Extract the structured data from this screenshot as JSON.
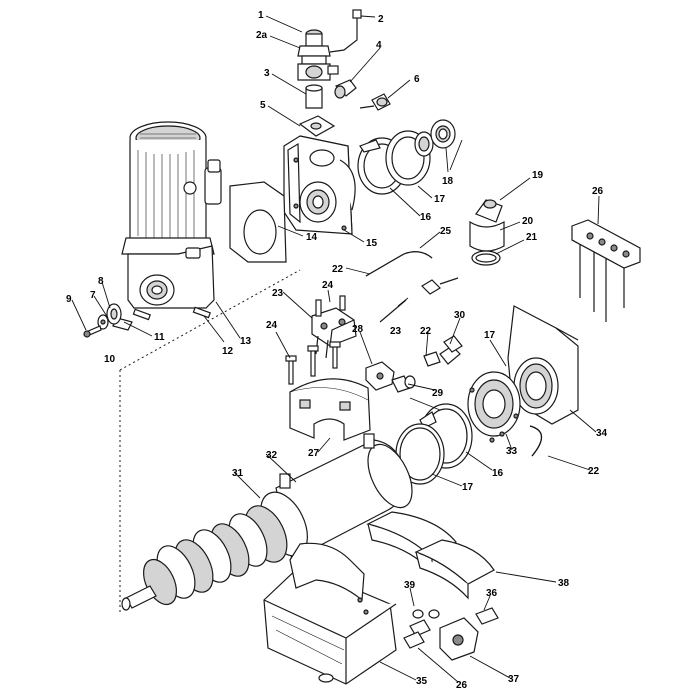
{
  "callouts": {
    "c1": "1",
    "c2a": "2a",
    "c2": "2",
    "c3": "3",
    "c4": "4",
    "c5": "5",
    "c6": "6",
    "c7": "7",
    "c8": "8",
    "c9": "9",
    "c10": "10",
    "c11": "11",
    "c12": "12",
    "c13": "13",
    "c14": "14",
    "c15": "15",
    "c16a": "16",
    "c16b": "16",
    "c17a": "17",
    "c17b": "17",
    "c17c": "17",
    "c18": "18",
    "c19": "19",
    "c20": "20",
    "c21": "21",
    "c22a": "22",
    "c22b": "22",
    "c22c": "22",
    "c23a": "23",
    "c23b": "23",
    "c24a": "24",
    "c24b": "24",
    "c25": "25",
    "c26a": "26",
    "c26b": "26",
    "c27": "27",
    "c28": "28",
    "c29": "29",
    "c30": "30",
    "c31": "31",
    "c32": "32",
    "c33": "33",
    "c34": "34",
    "c35": "35",
    "c36": "36",
    "c37": "37",
    "c38": "38",
    "c39": "39"
  }
}
